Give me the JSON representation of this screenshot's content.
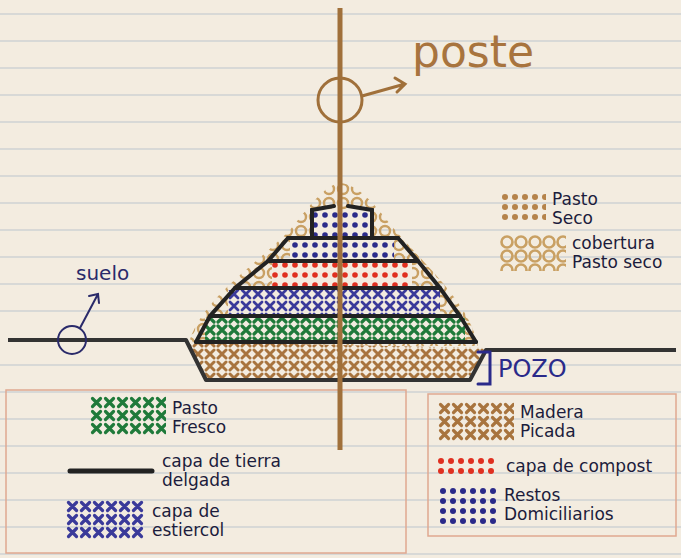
{
  "diagram": {
    "labels": [
      "poste",
      "suelo",
      "POZO"
    ],
    "legend": [
      {
        "text": "Pasto Seco",
        "color": "#b5834a"
      },
      {
        "text": "cobertura Pasto seco",
        "color": "#c9a063"
      },
      {
        "text": "Pasto Fresco",
        "color": "#1f7a3a"
      },
      {
        "text": "capa de tierra delgada"
      },
      {
        "text": "capa de estiercol",
        "color": "#3a3a9a"
      },
      {
        "text": "Madera Picada",
        "color": "#a8743e"
      },
      {
        "text": "capa de compost",
        "color": "#e03020"
      },
      {
        "text": "Restos Domiciliarios",
        "color": "#2a2a8a"
      }
    ]
  }
}
